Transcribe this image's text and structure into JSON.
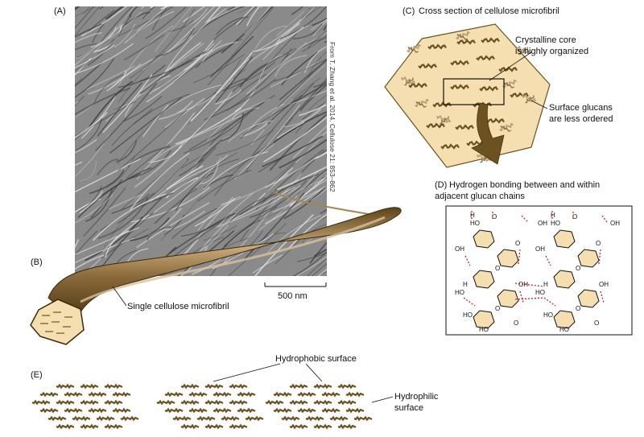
{
  "panel_a": {
    "letter": "(A)",
    "scale_bar": "500 nm",
    "credit": "From T. Zhang et al. 2014. Cellulose 21: 853–862"
  },
  "panel_b": {
    "letter": "(B)",
    "label": "Single cellulose microfibril"
  },
  "panel_c": {
    "letter": "(C)",
    "title": "Cross section of cellulose microfibril",
    "core_label_1": "Crystalline core",
    "core_label_2": "is highly organized",
    "surface_label_1": "Surface glucans",
    "surface_label_2": "are less ordered"
  },
  "panel_d": {
    "letter": "(D)",
    "title_1": "Hydrogen bonding between and within",
    "title_2": "adjacent glucan chains",
    "atoms": {
      "oxygen": "O",
      "hydroxyl": "OH",
      "hydroxyl_rev": "HO",
      "hydrogen": "H"
    }
  },
  "panel_e": {
    "letter": "(E)",
    "hydrophobic": "Hydrophobic surface",
    "hydrophilic_1": "Hydrophilic",
    "hydrophilic_2": "surface"
  },
  "colors": {
    "fibril_brown": "#8a6a3a",
    "fibril_light": "#c9a978",
    "cross_section_fill": "#f5dfb0",
    "chain_color": "#6b5220",
    "arrow_color": "#6b5220",
    "hbond_red": "#cc2222",
    "ring_fill": "#f5dfb0",
    "diagram_bg": "#f3f3f6"
  }
}
